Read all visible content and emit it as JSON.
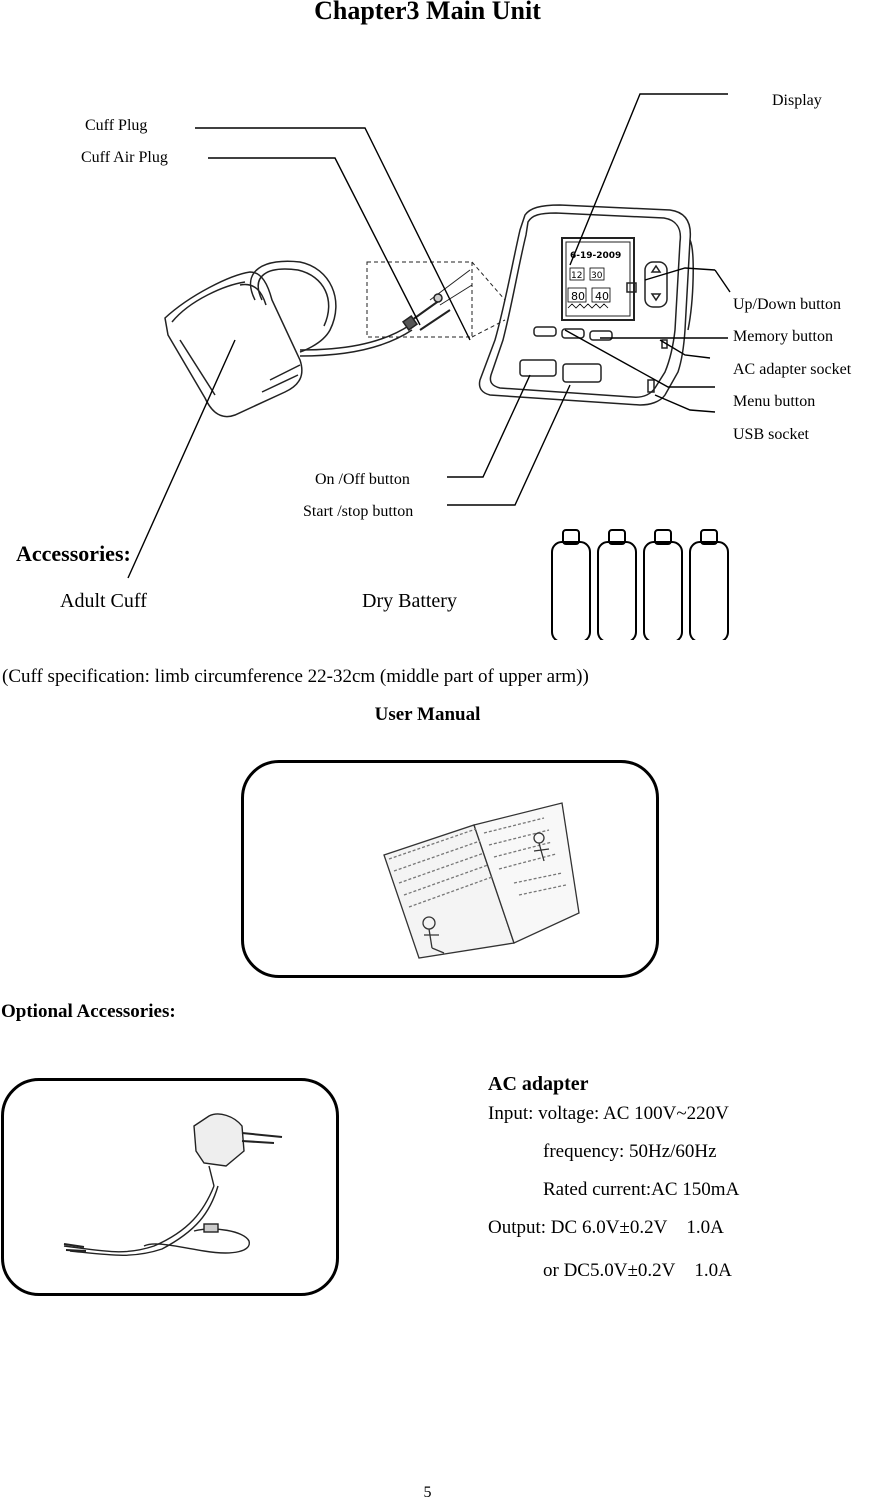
{
  "page": {
    "title": "Chapter3 Main Unit",
    "page_number": "5"
  },
  "diagram": {
    "labels": {
      "display": "Display",
      "cuff_plug": "Cuff Plug",
      "cuff_air_plug": "Cuff Air Plug",
      "up_down_button": "Up/Down button",
      "memory_button": "Memory button",
      "ac_adapter_socket": "AC adapter socket",
      "menu_button": "Menu button",
      "usb_socket": "USB socket",
      "on_off_button": "On /Off button",
      "start_stop_button": "Start /stop button"
    },
    "screen": {
      "date": "6-19-2009",
      "hour": "12",
      "minute": "30",
      "reading_1": "80",
      "reading_2": "40"
    }
  },
  "accessories": {
    "heading": "Accessories:",
    "adult_cuff": "Adult Cuff",
    "dry_battery": "Dry Battery",
    "cuff_spec": "(Cuff specification: limb circumference 22-32cm (middle part of upper arm))",
    "user_manual": "User Manual"
  },
  "optional": {
    "heading": "Optional Accessories:",
    "ac_adapter": {
      "title": "AC adapter",
      "input_voltage": "Input: voltage: AC 100V~220V",
      "frequency": "frequency: 50Hz/60Hz",
      "rated_current": "Rated current:AC 150mA",
      "output_1": "Output: DC 6.0V±0.2V    1.0A",
      "output_2": "or DC5.0V±0.2V    1.0A"
    }
  }
}
